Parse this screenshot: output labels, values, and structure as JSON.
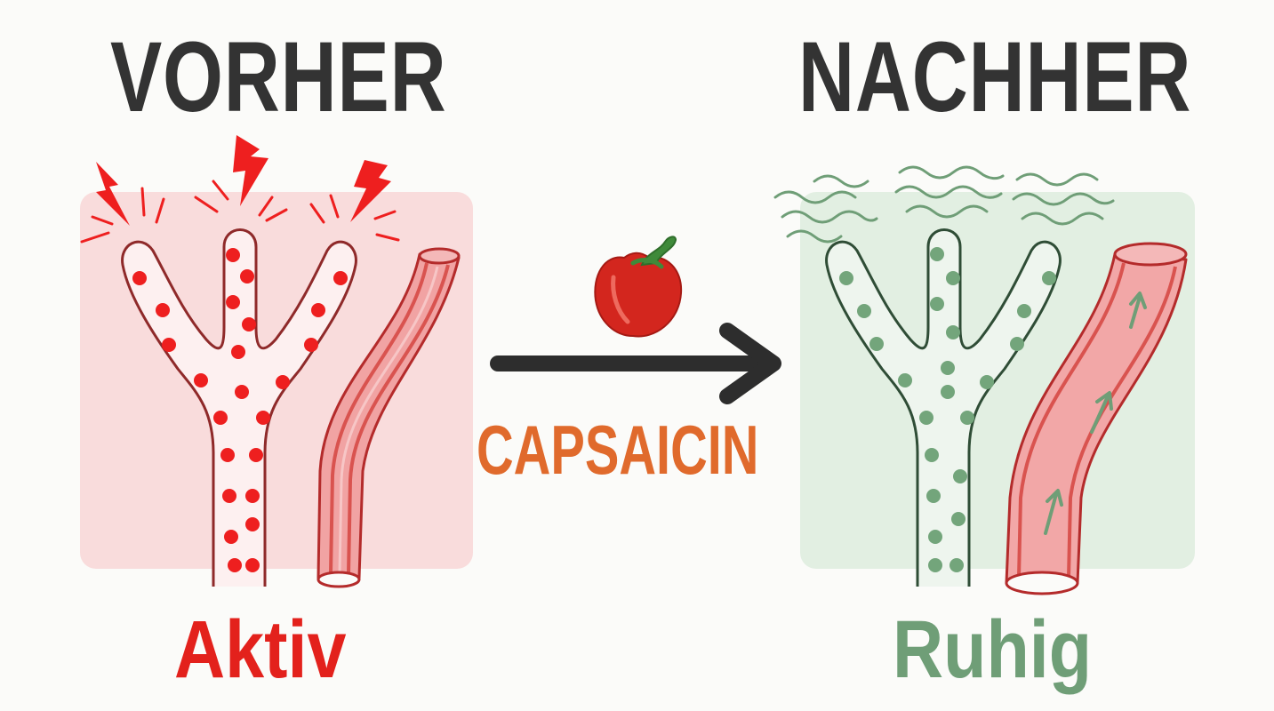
{
  "before": {
    "heading": "VORHER",
    "state_label": "Aktiv"
  },
  "after": {
    "heading": "NACHHER",
    "state_label": "Ruhig"
  },
  "agent": {
    "label": "CAPSAICIN",
    "icon": "red-pepper-icon"
  },
  "colors": {
    "active_red": "#e3211c",
    "calm_green": "#6f9e77",
    "agent_orange": "#e06a2c",
    "heading_gray": "#333333",
    "vessel_red": "#d9534f"
  }
}
